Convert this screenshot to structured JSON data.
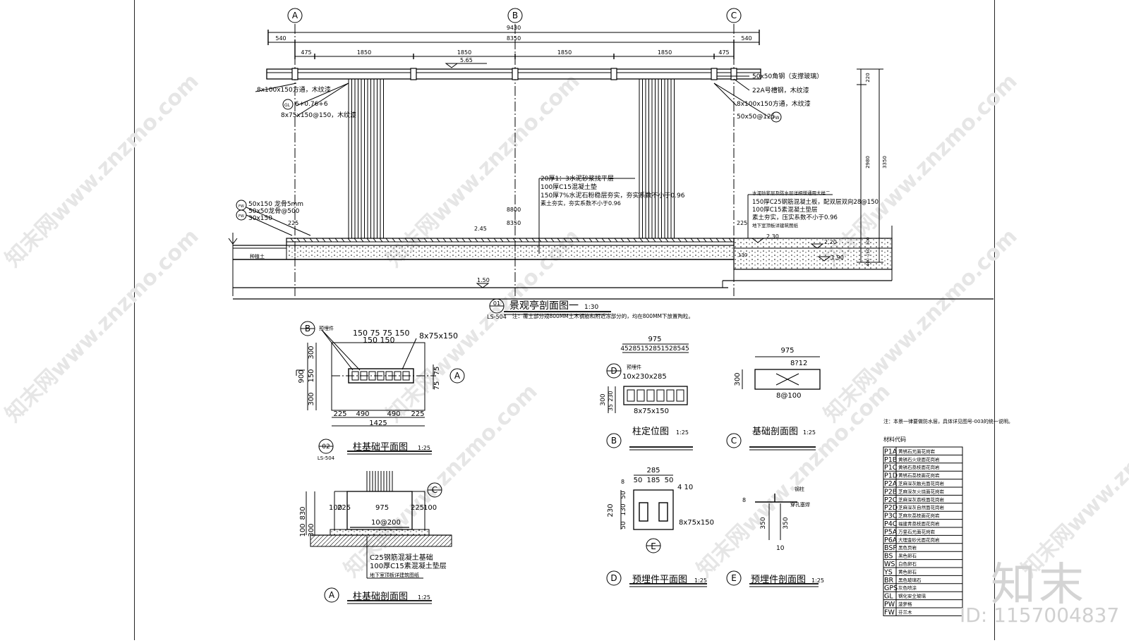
{
  "section_main": {
    "axes": [
      "A",
      "B",
      "C"
    ],
    "top_dims": [
      "9430",
      "8350",
      "540",
      "540"
    ],
    "sub_dims": [
      "475",
      "1850",
      "1850",
      "1850",
      "1850",
      "475"
    ],
    "level_roof": "5.65",
    "level_floor": "2.45",
    "level_right_1": "2.30",
    "level_right_2": "2.20",
    "level_right_3": "1.90",
    "level_base": "1.50",
    "left_notes": [
      "8x100x150方通，木纹漆",
      "6+0.76+6",
      "8x75x150@150，木纹漆"
    ],
    "gl_tag": "GL",
    "right_notes": [
      "50x50角钢（支撑玻璃）",
      "22A号槽钢，木纹漆",
      "8x100x150方通，木纹漆",
      "50x50@125"
    ],
    "fw_tag": "FW",
    "center_notes": [
      "20厚1：3水泥砂浆找平层",
      "100厚C15混凝土垫",
      "150厚7%水泥石粉稳层夯实，夯实系数不小于0.96",
      "素土夯实，夯实系数不小于0.96"
    ],
    "floor_notes": [
      "50x150 龙骨5mm",
      "50x50龙骨@500",
      "30x150"
    ],
    "floor_dims": [
      "8800",
      "8350",
      "225",
      "225"
    ],
    "right_floor_notes": [
      "水泥砂浆层及防水层详相增通用大样二",
      "150厚C25钢筋混凝土板，配双层双向28@150",
      "100厚C15素混凝土垫层",
      "素土夯实，压实系数不小于0.96",
      "地下室顶板详建筑图纸"
    ],
    "right_dims": [
      "220",
      "2980",
      "3350",
      "300",
      "150",
      "400"
    ],
    "soil_label": "种植土",
    "small_dim": "130",
    "title": "景观亭剖面图一",
    "scale": "1:30",
    "ref_num": "01",
    "ref_sheet": "LS-504",
    "note": "注：覆土部分规800MM土木钢筋和附近冻部分的，均在800MM下放置陶粒。"
  },
  "col_plan": {
    "tag": "B",
    "tag_note": "预埋件",
    "top_dims": "150 75 75 150",
    "top_dims2": "150 150",
    "plate_note": "8x75x150",
    "left_dims": [
      "900",
      "300",
      "150",
      "300"
    ],
    "right_dims": [
      "75",
      "75"
    ],
    "bottom_dims": [
      "225",
      "490",
      "490",
      "225"
    ],
    "total": "1425",
    "axis": "A",
    "title": "柱基础平面图",
    "scale": "1:25",
    "ref_num": "02",
    "ref_sheet": "LS-504"
  },
  "col_section": {
    "tag": "C",
    "dims_top": [
      "100",
      "225",
      "975",
      "225",
      "100"
    ],
    "rebar": "10@200",
    "left_dims": [
      "830",
      "100",
      "300"
    ],
    "notes": [
      "C25钢筋混凝土基础",
      "100厚C15素混凝土垫层",
      "地下室顶板详建筑图纸"
    ],
    "mark": "A",
    "title": "柱基础剖面图",
    "scale": "1:25"
  },
  "col_position": {
    "dim": "975",
    "sub_dims": "45285152851528545",
    "tag": "D",
    "tag_note": "预埋件",
    "plate": "10x230x285",
    "left_dims": [
      "300",
      "230",
      "35"
    ],
    "bottom": "8x75x150",
    "mark": "B",
    "title": "柱定位图",
    "scale": "1:25"
  },
  "found_section": {
    "dim": "975",
    "rebar_top": "8?12",
    "left": "300",
    "rebar_bottom": "8@100",
    "mark": "C",
    "title": "基础剖面图",
    "scale": "1:25"
  },
  "embed_plan": {
    "dims": [
      "285",
      "50",
      "185",
      "50"
    ],
    "weld_1": "8",
    "weld_2": "4 10",
    "plate": "8x75x150",
    "left_dims": [
      "230",
      "50",
      "130",
      "50"
    ],
    "cut": "E",
    "mark": "D",
    "title": "预埋件平面图",
    "scale": "1:25"
  },
  "embed_section": {
    "weld": "8",
    "note_top": "钢柱",
    "note_mid": "穿孔塞焊",
    "dims": [
      "350",
      "350"
    ],
    "rebar": "10",
    "mark": "E",
    "title": "预埋件剖面图",
    "scale": "1:25"
  },
  "material_table": {
    "note": "注：本景一律要做防水层，具体详见图号-003的统一说明。",
    "title": "材料代码",
    "rows": [
      [
        "P1A",
        "黄锈石光面花岗岩"
      ],
      [
        "P1B",
        "黄锈石火烧面花岗岩"
      ],
      [
        "P1C",
        "黄锈石荔枝面花岗岩"
      ],
      [
        "P1D",
        "黄锈石荔枝面花岗岩"
      ],
      [
        "P2A",
        "芝麻深灰触光面花岗岩"
      ],
      [
        "P2B",
        "芝麻深灰火烧面花岗岩"
      ],
      [
        "P2C",
        "芝麻深灰荔枝面花岗岩"
      ],
      [
        "P2D",
        "芝麻深灰自然面花岗岩"
      ],
      [
        "P3C",
        "芝麻灰荔枝面花岗岩"
      ],
      [
        "P4C",
        "福建青荔枝面花岗岩"
      ],
      [
        "P5A",
        "万里石光面花岗岩"
      ],
      [
        "P6A",
        "大理金砂光面花岗岩"
      ],
      [
        "BSP",
        "黑色页岩"
      ],
      [
        "BS",
        "黑色卵石"
      ],
      [
        "WS",
        "白色卵石"
      ],
      [
        "YS",
        "黄色卵石"
      ],
      [
        "BR",
        "黑色玻璃石"
      ],
      [
        "GPS",
        "灰色喷涂"
      ],
      [
        "GL",
        "钢化安全玻璃"
      ],
      [
        "PW",
        "菠萝格"
      ],
      [
        "FW",
        "芬兰木"
      ]
    ]
  },
  "watermark": "知末网www.znzmo.com",
  "brand": "知末",
  "id_label": "ID: 1157004837"
}
